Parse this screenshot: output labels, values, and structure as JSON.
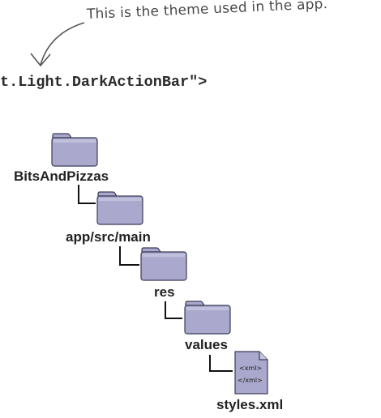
{
  "annotation": "This is the theme used in the app.",
  "code_line": "t.Light.DarkActionBar\">",
  "tree": {
    "root": "BitsAndPizzas",
    "level1": "app/src/main",
    "level2": "res",
    "level3": "values",
    "file": "styles.xml"
  },
  "file_icon": {
    "tag_open": "<xml>",
    "tag_close": "</xml>"
  },
  "colors": {
    "folder_fill": "#aaa8cc",
    "folder_stroke": "#3c3c58",
    "line": "#111111"
  }
}
